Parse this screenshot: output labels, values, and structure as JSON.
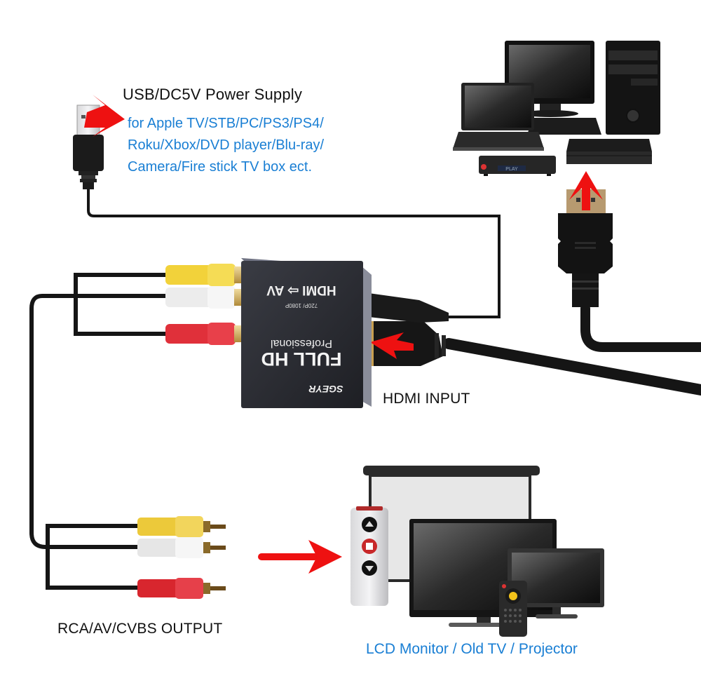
{
  "labels": {
    "power_title": "USB/DC5V Power Supply",
    "compat_lines": [
      "for Apple TV/STB/PC/PS3/PS4/",
      "Roku/Xbox/DVD player/Blu-ray/",
      "Camera/Fire stick TV box ect."
    ],
    "hdmi_input": "HDMI INPUT",
    "rca_output": "RCA/AV/CVBS OUTPUT",
    "displays": "LCD Monitor / Old TV / Projector"
  },
  "device": {
    "model_line": "HDMI ⇨ AV",
    "resolution": "720P/ 1080P",
    "title": "FULL HD",
    "subtitle": "Professional",
    "brand": "SGEYR"
  },
  "sources": {
    "dvd_display": "PLAY"
  },
  "icons": {
    "usb": "usb-plug-icon",
    "hdmi": "hdmi-plug-icon",
    "arrow": "red-arrow-icon"
  },
  "colors": {
    "accent_blue": "#1a7fd4",
    "arrow_red": "#ee1111",
    "cable_black": "#151515",
    "rca_yellow": "#f2d23a",
    "rca_white": "#eeeeee",
    "rca_red": "#e0303a"
  }
}
